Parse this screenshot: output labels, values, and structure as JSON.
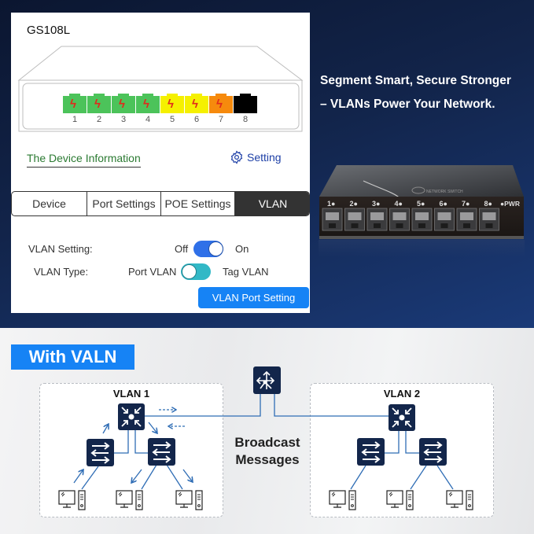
{
  "app_panel": {
    "model": "GS108L",
    "ports": [
      {
        "num": "1",
        "color": "#4cc35a",
        "poe": true
      },
      {
        "num": "2",
        "color": "#4cc35a",
        "poe": true
      },
      {
        "num": "3",
        "color": "#4cc35a",
        "poe": true
      },
      {
        "num": "4",
        "color": "#4cc35a",
        "poe": true
      },
      {
        "num": "5",
        "color": "#f5f000",
        "poe": true
      },
      {
        "num": "6",
        "color": "#f5f000",
        "poe": true
      },
      {
        "num": "7",
        "color": "#f68a0d",
        "poe": true
      },
      {
        "num": "8",
        "color": "#000000",
        "poe": false
      }
    ],
    "device_info_link": "The Device Information",
    "setting_link": "Setting",
    "tabs": [
      {
        "label": "Device",
        "active": false
      },
      {
        "label": "Port Settings",
        "active": false
      },
      {
        "label": "POE Settings",
        "active": false
      },
      {
        "label": "VLAN",
        "active": true
      }
    ],
    "vlan_setting": {
      "label": "VLAN Setting:",
      "off": "Off",
      "on": "On",
      "state": "on",
      "color": "#2f70e8"
    },
    "vlan_type": {
      "label": "VLAN Type:",
      "left": "Port VLAN",
      "right": "Tag VLAN",
      "state": "port",
      "color": "#32b8c6"
    },
    "port_setting_button": "VLAN Port Setting"
  },
  "headline": {
    "line1": "Segment Smart, Secure Stronger",
    "line2": "– VLANs Power Your Network."
  },
  "hardware": {
    "port_labels": [
      "1",
      "2",
      "3",
      "4",
      "5",
      "6",
      "7",
      "8"
    ],
    "pwr_label": "PWR"
  },
  "diagram": {
    "badge": "With VALN",
    "vlan1_title": "VLAN 1",
    "vlan2_title": "VLAN 2",
    "broadcast_line1": "Broadcast",
    "broadcast_line2": "Messages"
  },
  "colors": {
    "accent_blue": "#1683f5",
    "node_navy": "#13264b",
    "link_blue": "#2f6db5"
  }
}
